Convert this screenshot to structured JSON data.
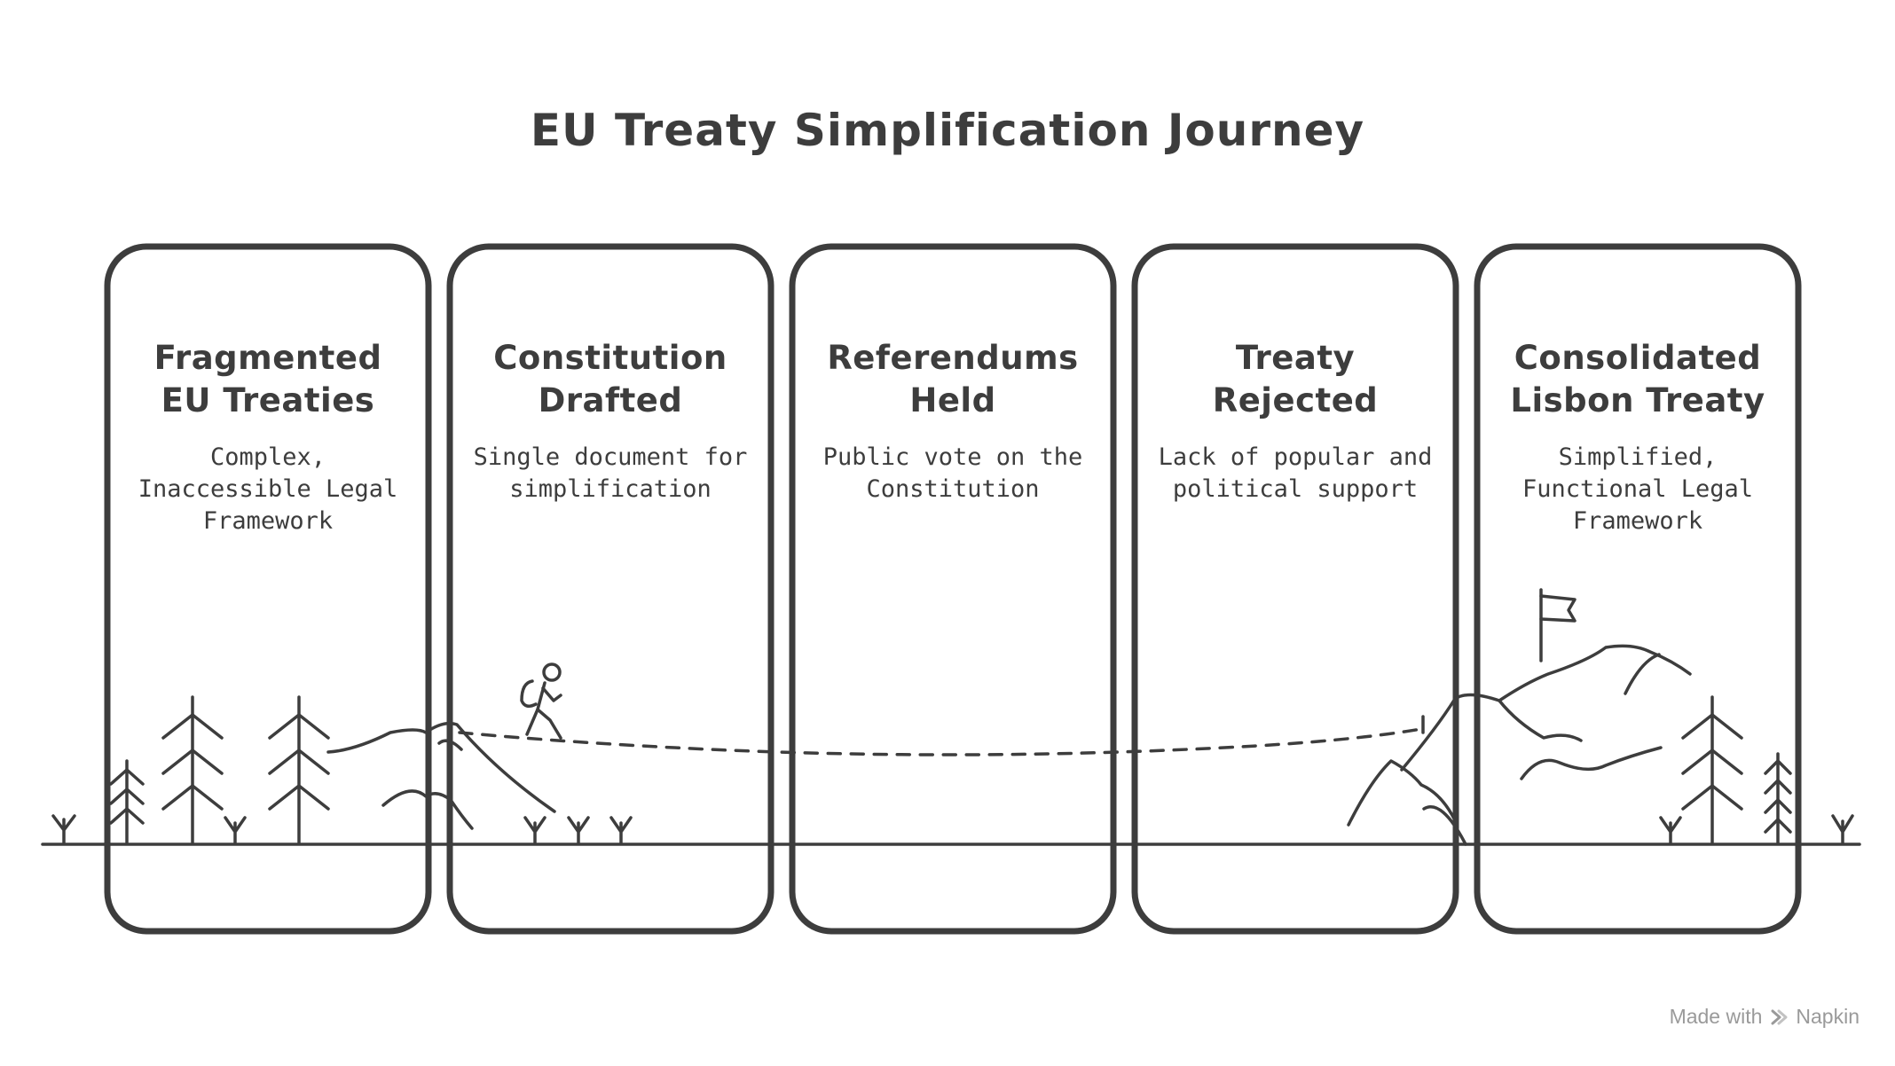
{
  "title": "EU Treaty Simplification Journey",
  "steps": [
    {
      "title_lines": [
        "Fragmented",
        "EU Treaties"
      ],
      "desc_lines": [
        "Complex,",
        "Inaccessible Legal",
        "Framework"
      ]
    },
    {
      "title_lines": [
        "Constitution",
        "Drafted"
      ],
      "desc_lines": [
        "Single document for",
        "simplification"
      ]
    },
    {
      "title_lines": [
        "Referendums",
        "Held"
      ],
      "desc_lines": [
        "Public vote on the",
        "Constitution"
      ]
    },
    {
      "title_lines": [
        "Treaty",
        "Rejected"
      ],
      "desc_lines": [
        "Lack of popular and",
        "political support"
      ]
    },
    {
      "title_lines": [
        "Consolidated",
        "Lisbon Treaty"
      ],
      "desc_lines": [
        "Simplified,",
        "Functional Legal",
        "Framework"
      ]
    }
  ],
  "brand": {
    "prefix": "Made with",
    "name": "Napkin"
  },
  "icons": {
    "hiker": "hiker-icon",
    "flag": "flag-icon",
    "tree": "pine-tree-icon",
    "mountain": "mountain-icon",
    "brand": "napkin-logo-icon"
  },
  "colors": {
    "ink": "#3d3d3d",
    "brand_text": "#9a9a9a"
  }
}
